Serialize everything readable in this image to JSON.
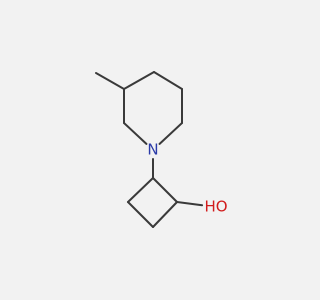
{
  "molecule": {
    "atoms": [
      {
        "id": "C_methyl",
        "element": "C",
        "label": ""
      },
      {
        "id": "C3",
        "element": "C",
        "label": ""
      },
      {
        "id": "C4",
        "element": "C",
        "label": ""
      },
      {
        "id": "C5",
        "element": "C",
        "label": ""
      },
      {
        "id": "C6",
        "element": "C",
        "label": ""
      },
      {
        "id": "N1",
        "element": "N",
        "label": "N"
      },
      {
        "id": "C2",
        "element": "C",
        "label": ""
      },
      {
        "id": "Ca",
        "element": "C",
        "label": ""
      },
      {
        "id": "Cb",
        "element": "C",
        "label": ""
      },
      {
        "id": "Cc",
        "element": "C",
        "label": ""
      },
      {
        "id": "Cd",
        "element": "C",
        "label": ""
      },
      {
        "id": "O",
        "element": "O",
        "label": "HO"
      }
    ],
    "bonds": [
      [
        "C_methyl",
        "C3"
      ],
      [
        "C3",
        "C4"
      ],
      [
        "C4",
        "C5"
      ],
      [
        "C5",
        "C6"
      ],
      [
        "C6",
        "N1"
      ],
      [
        "N1",
        "C2"
      ],
      [
        "C2",
        "C3"
      ],
      [
        "N1",
        "Ca"
      ],
      [
        "Ca",
        "Cb"
      ],
      [
        "Cb",
        "Cc"
      ],
      [
        "Cc",
        "Cd"
      ],
      [
        "Cd",
        "Ca"
      ],
      [
        "Cb",
        "O"
      ]
    ]
  },
  "colors": {
    "bond": "#3a3a3a",
    "nitrogen": "#2a3aa8",
    "oxygen": "#d11b1b",
    "background": "#f2f2f2"
  }
}
